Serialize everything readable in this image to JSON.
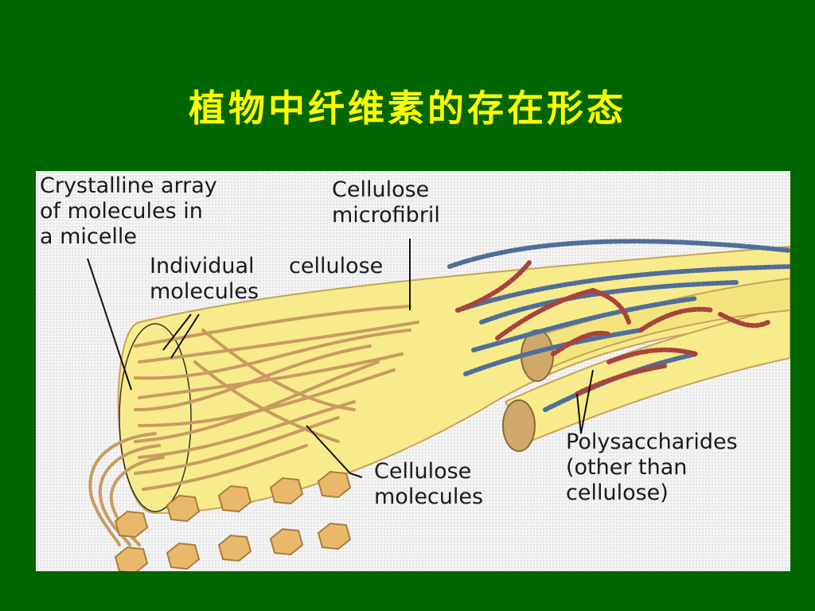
{
  "title": "植物中纤维素的存在形态",
  "figure": {
    "labels": {
      "crystalline": "Crystalline array\nof molecules in\na micelle",
      "individual": "Individual\nmolecules",
      "cellulose_word": "cellulose",
      "microfibril": "Cellulose\nmicrofibril",
      "cellulose_molecules": "Cellulose\nmolecules",
      "polysaccharides": "Polysaccharides\n(other than\ncellulose)"
    },
    "colors": {
      "background": "#006600",
      "title": "#ffff00",
      "fibril_fill": "#f7eb8c",
      "fiber": "#c99a60",
      "polysaccharide_blue": "#4f6f9a",
      "polysaccharide_red": "#a8433d"
    }
  }
}
